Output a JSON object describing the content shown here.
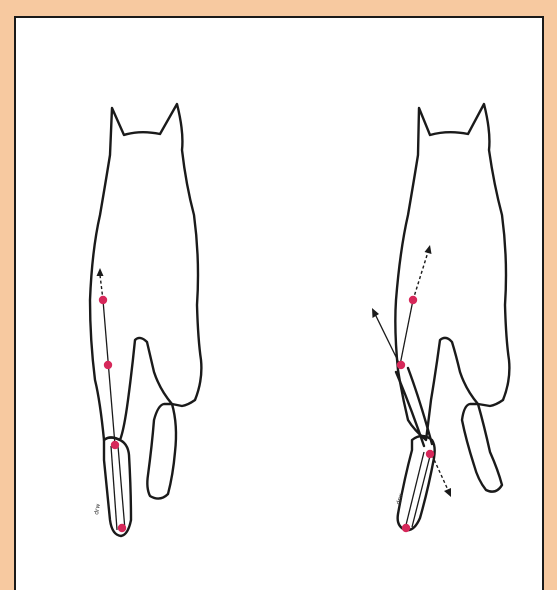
{
  "colors": {
    "background": "#f7c9a0",
    "panel": "#ffffff",
    "outline": "#1a1a1a",
    "joint": "#d6285a"
  },
  "figures": [
    {
      "id": "neutral",
      "tiny_label": "drw"
    },
    {
      "id": "rotated",
      "tiny_label": "drw"
    }
  ]
}
